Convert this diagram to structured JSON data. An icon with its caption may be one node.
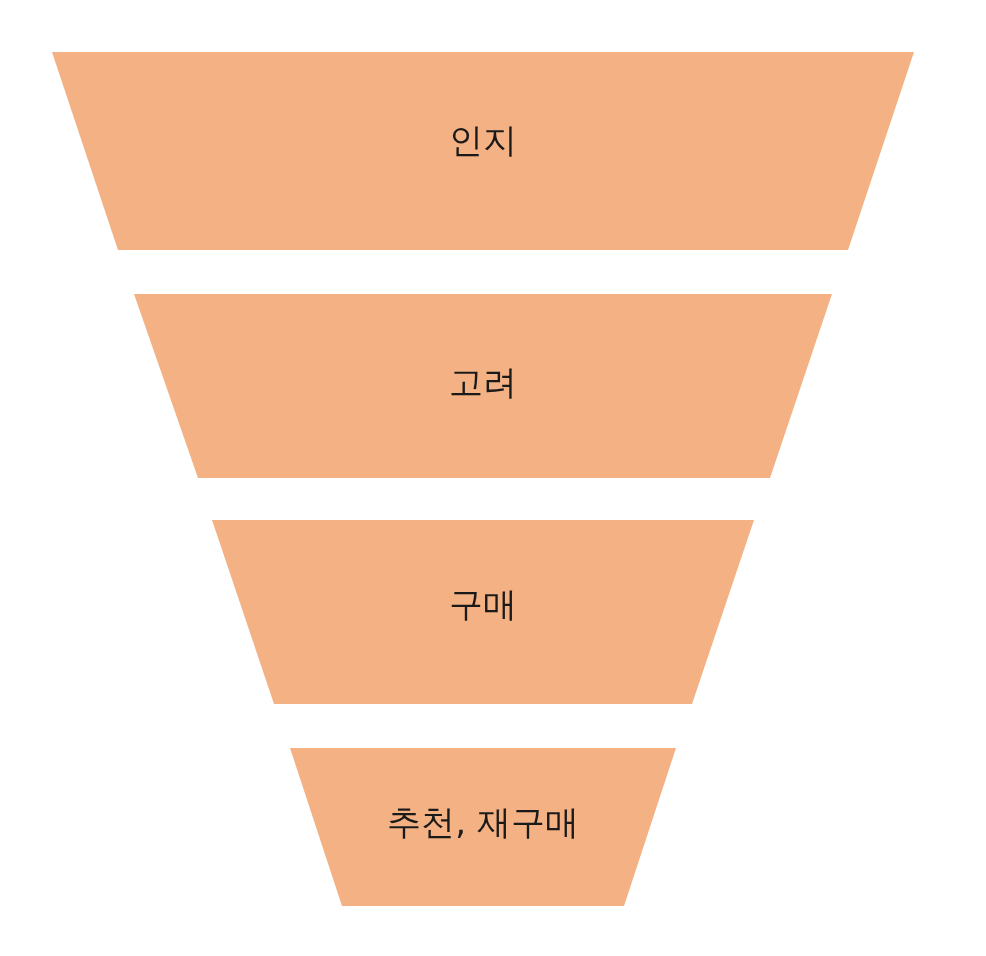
{
  "diagram": {
    "nodes": [
      {
        "text": [
          "인지"
        ]
      },
      {
        "text": [
          "고려"
        ]
      },
      {
        "text": [
          "구매"
        ]
      },
      {
        "text": [
          "추천, 재구매"
        ]
      }
    ]
  }
}
